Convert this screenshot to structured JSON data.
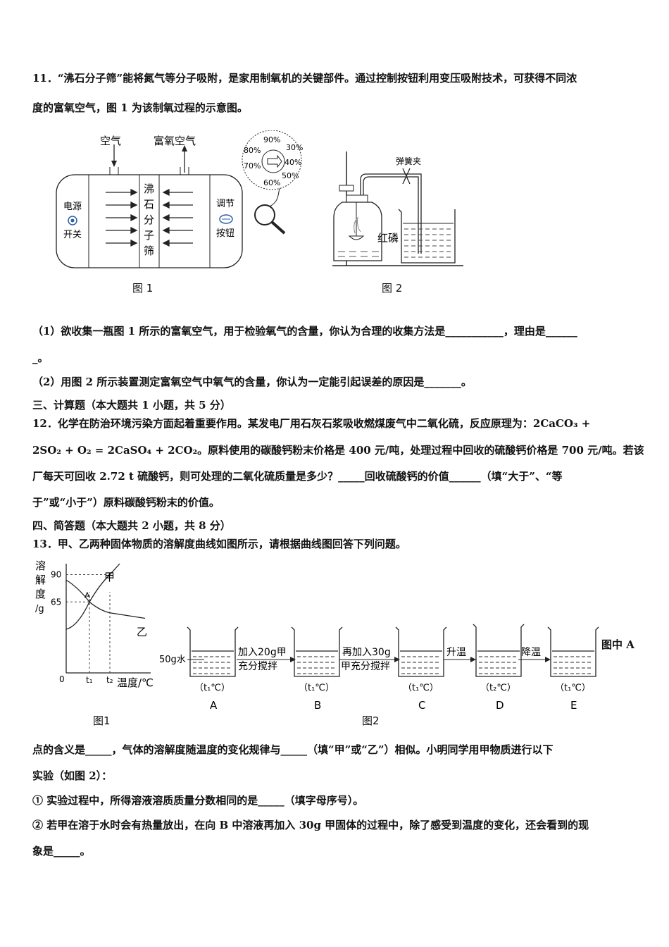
{
  "q11": {
    "line1": "11．“沸石分子筛”能将氮气等分子吸附，是家用制氧机的关键部件。通过控制按钮利用变压吸附技术，可获得不同浓",
    "line2": "度的富氧空气，图 1 为该制氧过程的示意图。",
    "sub1_line1": "（1）欲收集一瓶图 1 所示的富氧空气，用于检验氧气的含量，你认为合理的收集方法是___________，理由是______",
    "sub1_line2": "_。",
    "sub2": "（2）用图 2 所示装置测定富氧空气中氧气的含量，你认为一定能引起误差的原因是_______。"
  },
  "fig1": {
    "caption": "图 1",
    "air_in": "空气",
    "air_out": "富氧空气",
    "power_label_1": "电源",
    "power_label_2": "开关",
    "sieve_chars": [
      "沸",
      "石",
      "分",
      "子",
      "筛"
    ],
    "adjust_label_1": "调节",
    "adjust_label_2": "按钮",
    "dial_values": [
      "90%",
      "30%",
      "80%",
      "40%",
      "70%",
      "50%",
      "60%"
    ]
  },
  "fig2": {
    "caption": "图 2",
    "clamp_label": "弹簧夹",
    "phosphorus_label": "红磷"
  },
  "section3": {
    "heading": "三、计算题（本大题共 1 小题，共 5 分）",
    "q12_line1": "12．化学在防治环境污染方面起着重要作用。某发电厂用石灰石浆吸收燃煤废气中二氧化硫，反应原理为：2CaCO₃ +",
    "q12_line2": "2SO₂ + O₂ = 2CaSO₄ + 2CO₂。原料使用的碳酸钙粉末价格是 400 元/吨，处理过程中回收的硫酸钙价格是 700 元/吨。若该",
    "q12_line3": "厂每天可回收 2.72 t 硫酸钙，则可处理的二氧化硫质量是多少？_____回收硫酸钙的价值______（填“大于”、“等",
    "q12_line4": "于”或“小于”）原料碳酸钙粉末的价值。"
  },
  "section4": {
    "heading": "四、简答题（本大题共 2 小题，共 8 分）",
    "q13_line1": "13．甲、乙两种固体物质的溶解度曲线如图所示，请根据曲线图回答下列问题。",
    "q13_inline": "图中 A",
    "q13_line2": "点的含义是_____，气体的溶解度随温度的变化规律与_____（填“甲”或“乙”）相似。小明同学用甲物质进行以下",
    "q13_line3": "实验（如图 2）：",
    "q13_item1": "① 实验过程中，所得溶液溶质质量分数相同的是_____（填字母序号）。",
    "q13_item2_line1": "② 若甲在溶于水时会有热量放出，在向 B 中溶液再加入 30g 甲固体的过程中，除了感受到温度的变化，还会看到的现",
    "q13_item2_line2": "象是_____。"
  },
  "chart_data": {
    "type": "line",
    "ylabel": "溶解度/g",
    "xlabel": "温度/℃",
    "origin_label": "0",
    "y_ticks": [
      "90",
      "65"
    ],
    "x_ticks": [
      "t₁",
      "t₂"
    ],
    "point_label": "A",
    "series": [
      {
        "name": "甲",
        "points": [
          [
            "0",
            40
          ],
          [
            "t₁",
            65
          ],
          [
            "t₂",
            90
          ]
        ]
      },
      {
        "name": "乙",
        "points": [
          [
            "0",
            85
          ],
          [
            "t₁",
            65
          ],
          [
            "t₂",
            55
          ]
        ]
      }
    ],
    "caption": "图1"
  },
  "fig_process": {
    "caption": "图2",
    "water_label": "50g水",
    "step1": [
      "加入20g甲",
      "充分搅拌"
    ],
    "step2": [
      "再加入30g",
      "甲充分搅拌"
    ],
    "step3": "升温",
    "step4": "降温",
    "beakers": [
      {
        "temp": "（t₁℃）",
        "letter": "A"
      },
      {
        "temp": "（t₁℃）",
        "letter": "B"
      },
      {
        "temp": "（t₁℃）",
        "letter": "C"
      },
      {
        "temp": "（t₂℃）",
        "letter": "D"
      },
      {
        "temp": "（t₁℃）",
        "letter": "E"
      }
    ]
  }
}
